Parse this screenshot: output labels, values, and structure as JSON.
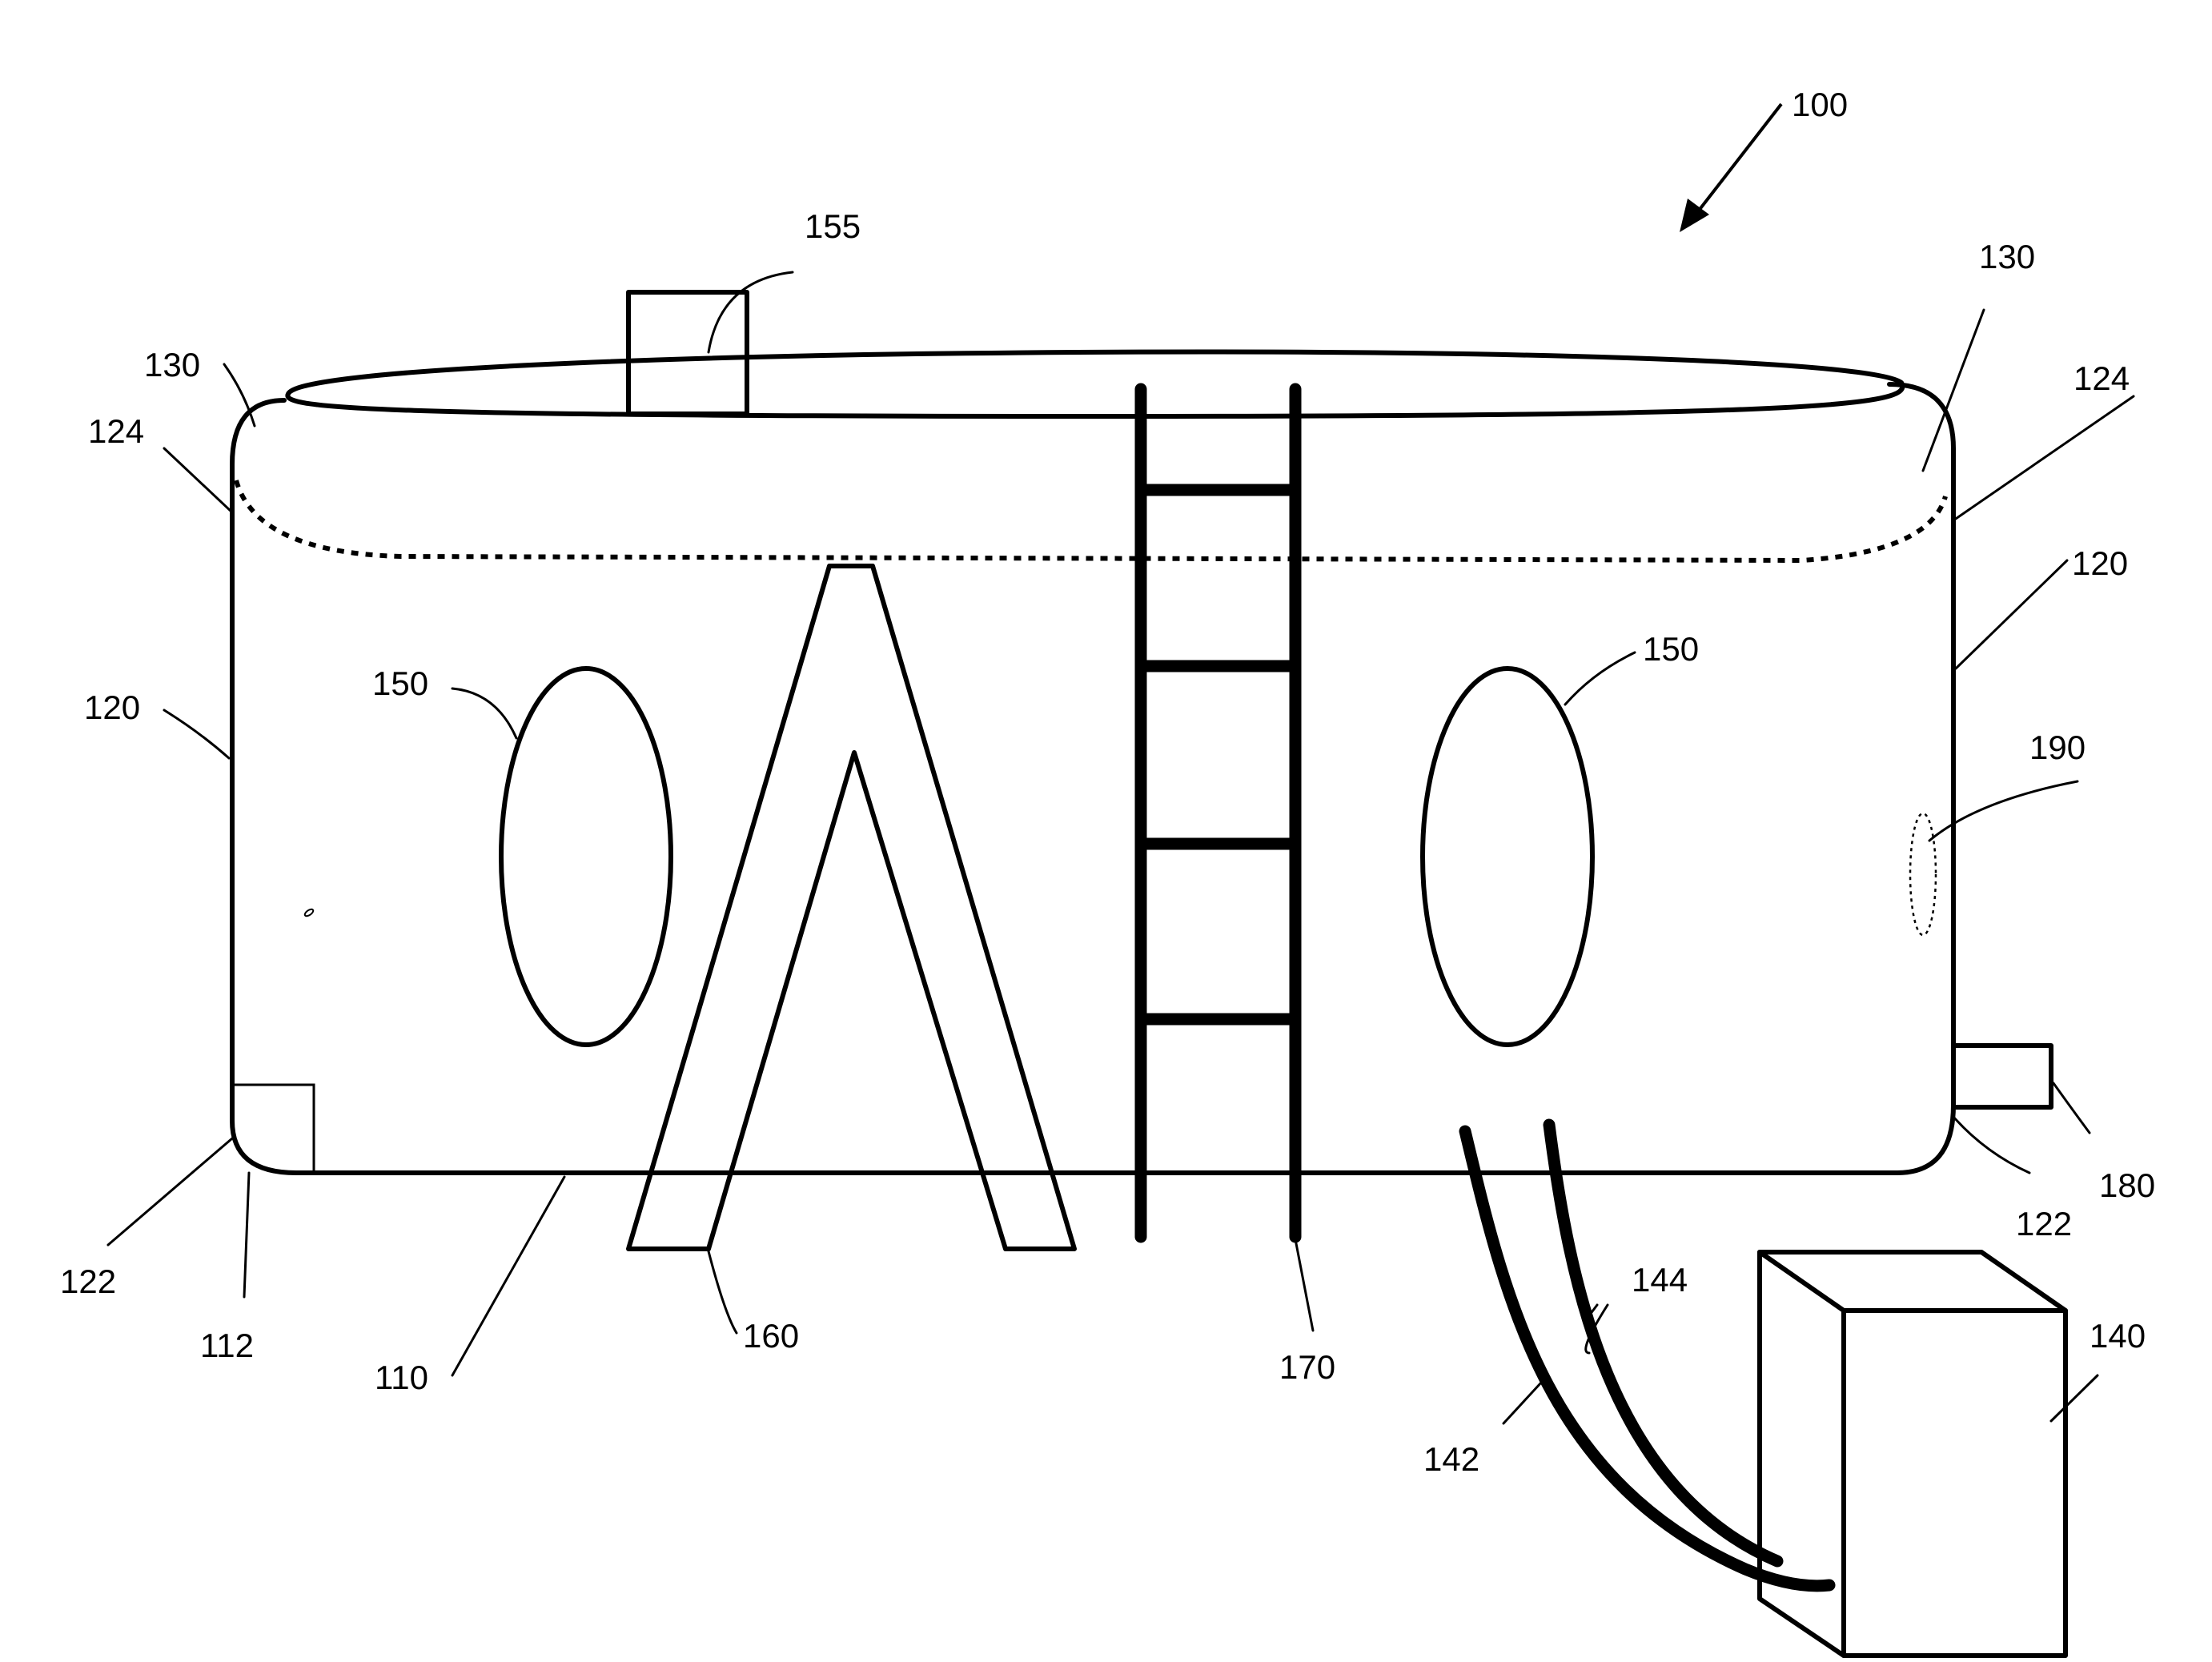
{
  "figure": {
    "labels": {
      "assembly": "100",
      "base": "110",
      "corner_block": "112",
      "side_wall_left": "120",
      "side_wall_right": "120",
      "bottom_edge_left": "122",
      "bottom_edge_right": "122",
      "top_edge_left": "124",
      "top_edge_right": "124",
      "top_ring_left": "130",
      "top_ring_right": "130",
      "pump_unit": "140",
      "hose_outer": "142",
      "hose_inner": "144",
      "window_left": "150",
      "window_right": "150",
      "top_box": "155",
      "a_frame": "160",
      "ladder": "170",
      "outlet": "180",
      "patch": "190"
    }
  }
}
